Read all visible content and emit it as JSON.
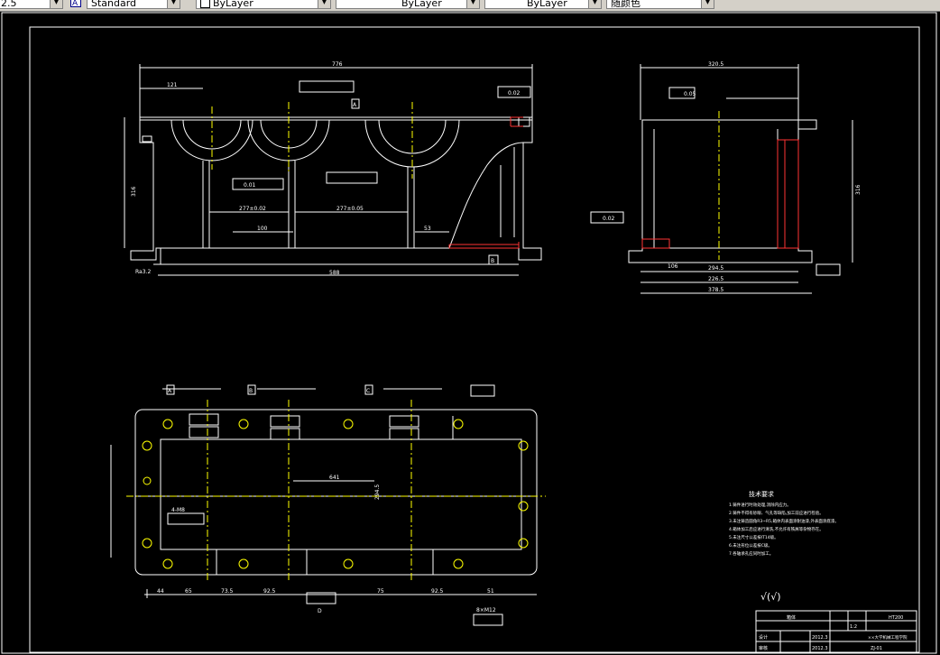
{
  "toolbar": {
    "text_height": "2.5",
    "text_style_icon": "text-style-icon",
    "text_style": "Standard",
    "layer_color": "ByLayer",
    "linetype": "ByLayer",
    "lineweight": "ByLayer",
    "plot_style": "随颜色"
  },
  "colors": {
    "background": "#000000",
    "lines": "#ffffff",
    "centerlines": "#ffff00",
    "hatch": "#ff3333"
  },
  "drawing": {
    "front_view": {
      "overall_length": "776",
      "height": "316",
      "base_length": "588",
      "dim_121": "121",
      "bore_spacing_1": "277±0.02",
      "bore_spacing_2": "277±0.05",
      "dim_100": "100",
      "dim_53": "53",
      "datum_a": "A",
      "datum_b": "B",
      "tol_parallel": "0.02",
      "tol_roundness": "0.01",
      "roughness": "Ra3.2"
    },
    "side_view": {
      "overall_width": "320.5",
      "inner_width": "294.5",
      "base_width": "226.5",
      "total_width": "378.5",
      "height": "316",
      "dim_106": "106",
      "tol_flatness": "0.05",
      "tol_perpendicular": "0.02"
    },
    "top_view": {
      "datum_a": "A",
      "datum_b": "B",
      "datum_c": "C",
      "center_length": "641",
      "center_width": "294.5",
      "hole_label_top": "4-M8",
      "hole_label_bottom": "8×M12",
      "dims": [
        "44",
        "65",
        "73.5",
        "92.5",
        "75",
        "92.5",
        "51"
      ],
      "datum_d": "D"
    },
    "tech_notes": {
      "title": "技术要求",
      "lines": [
        "1.铸件进行时效处理,消除内应力。",
        "2.铸件不得有砂眼、气孔等缺陷,加工前应进行检验。",
        "3.未注铸造圆角R3~R5,箱体内表面涂耐油漆,外表面涂底漆。",
        "4.箱体加工后应进行清洗,不允许有铁屑等杂物存在。",
        "5.未注尺寸公差按IT14级。",
        "6.未注形位公差按C级。",
        "7.各轴承孔应同时加工。"
      ]
    },
    "roughness_other": "√(√)",
    "title_block": {
      "part_name": "箱体",
      "material": "HT200",
      "scale": "1:2",
      "rows": [
        [
          "设计",
          "",
          "",
          "2012.3"
        ],
        [
          "审核",
          "",
          "",
          "2012.3"
        ]
      ],
      "school": "××大学机械工程学院",
      "drawing_no": "ZJ-01"
    }
  }
}
